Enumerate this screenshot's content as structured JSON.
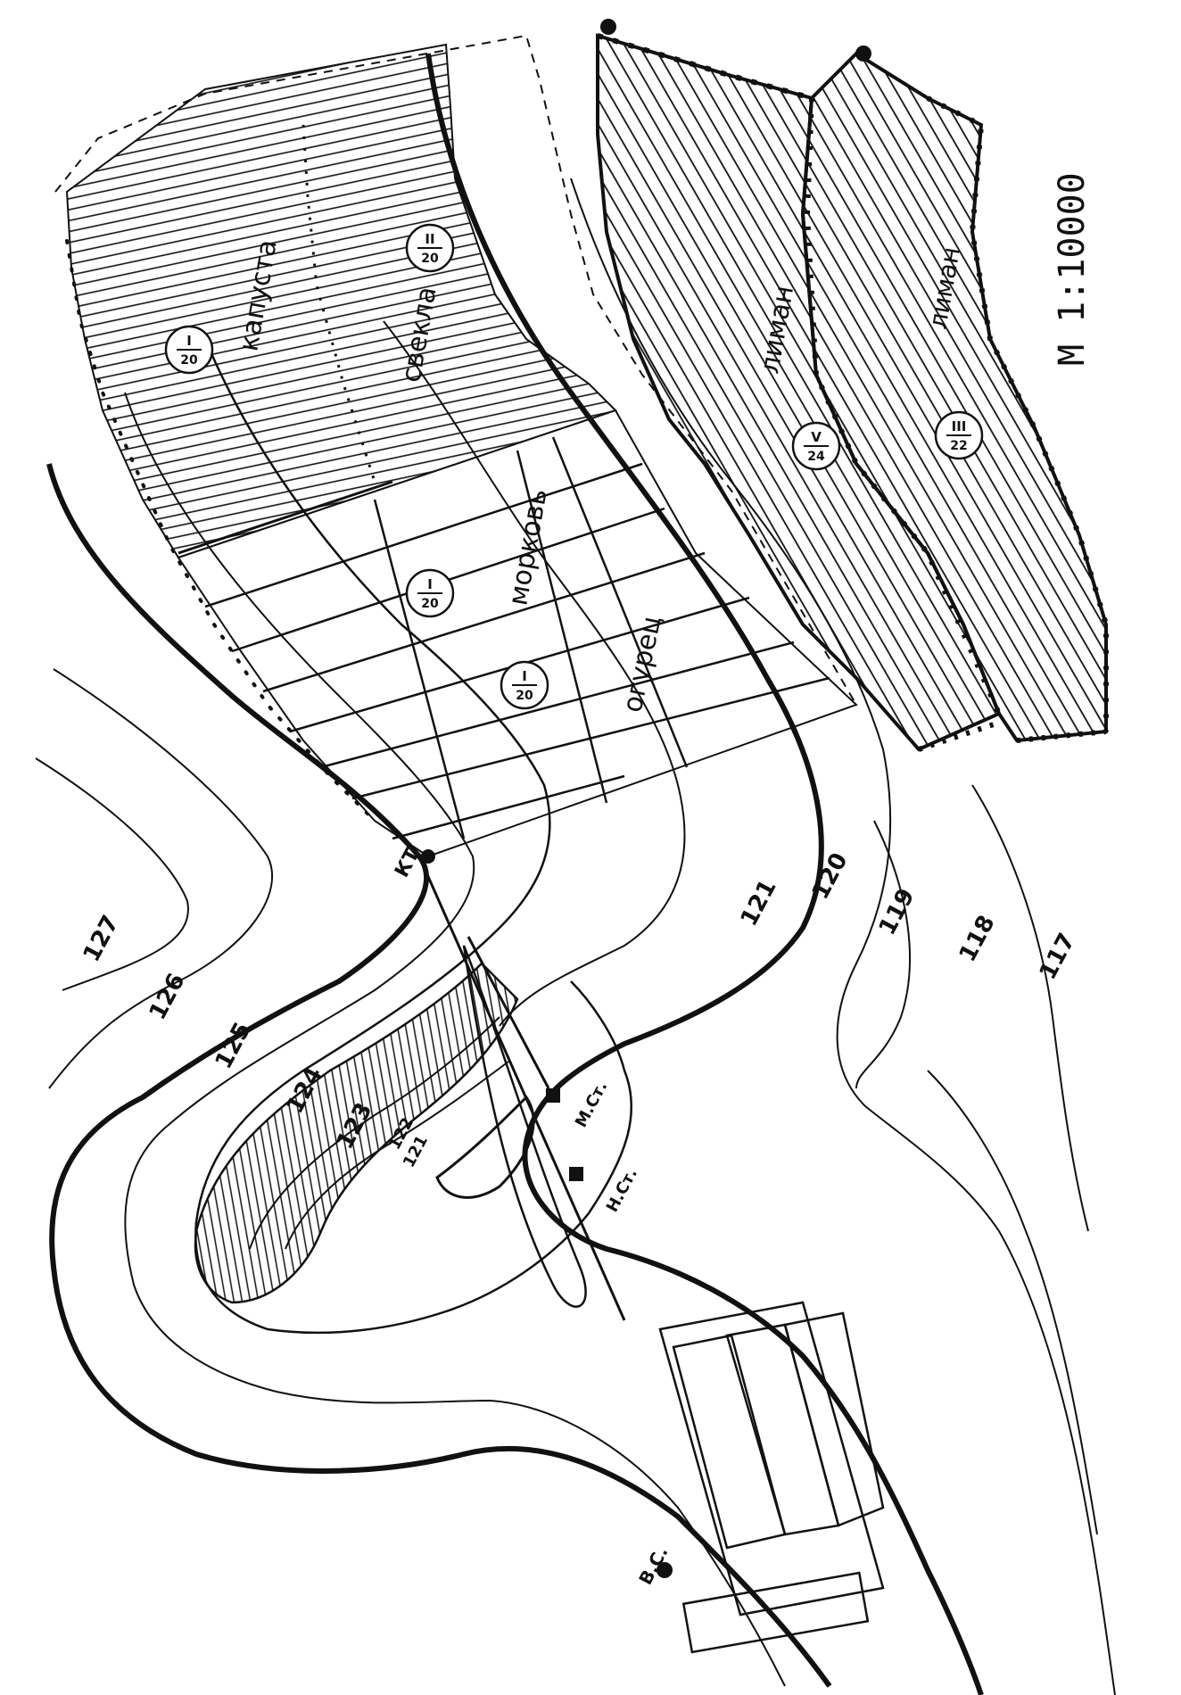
{
  "map": {
    "scale": "М 1:10000",
    "contours": [
      "117",
      "118",
      "119",
      "120",
      "121",
      "123",
      "124",
      "125",
      "126",
      "127"
    ],
    "inner_contours": [
      "122",
      "121"
    ],
    "fields": {
      "kapusta": "капуста",
      "svekla": "свекла",
      "morkov": "морковь",
      "ogurec": "огурец",
      "liman_1": "лиман",
      "liman_2": "лиман"
    },
    "plot_markers": [
      {
        "top": "I",
        "bottom": "20"
      },
      {
        "top": "II",
        "bottom": "20"
      },
      {
        "top": "I",
        "bottom": "20"
      },
      {
        "top": "I",
        "bottom": "20"
      },
      {
        "top": "V",
        "bottom": "24"
      },
      {
        "top": "III",
        "bottom": "22"
      }
    ],
    "structures": {
      "kt": "КТ",
      "mst": "М.Ст.",
      "nst": "Н.Ст.",
      "vs": "В.С."
    },
    "colors": {
      "ink": "#111111",
      "paper": "#ffffff"
    }
  }
}
